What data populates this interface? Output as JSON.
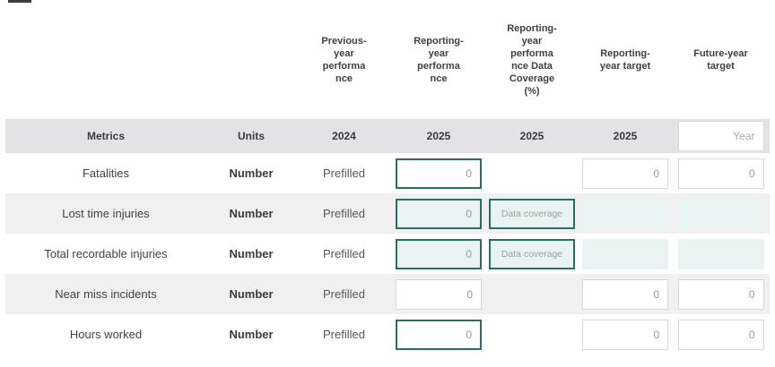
{
  "colors": {
    "accent_teal": "#2b6e61",
    "mint_fill": "#e9f3f1",
    "border_gray": "#d8d8d8",
    "subheader_bg": "#e3e3e5",
    "zebra_row_bg": "#f0f0f1"
  },
  "table": {
    "top_headers": {
      "previous_year_performance": "Previous-\nyear\nperforma\nnce",
      "reporting_year_performance": "Reporting-\nyear\nperforma\nnce",
      "reporting_year_data_coverage": "Reporting-\nyear\nperforma\nnce Data\nCoverage\n(%)",
      "reporting_year_target": "Reporting-\nyear target",
      "future_year_target": "Future-year\ntarget"
    },
    "subheader": {
      "metrics": "Metrics",
      "units": "Units",
      "previous_year": "2024",
      "reporting_year_performance": "2025",
      "reporting_year_data_coverage": "2025",
      "reporting_year_target": "2025",
      "future_year_placeholder": "Year"
    },
    "coverage_button_label": "Data coverage",
    "rows": [
      {
        "metric": "Fatalities",
        "unit": "Number",
        "previous": "Prefilled",
        "performance_value": "0",
        "target_value": "0",
        "future_value": "0"
      },
      {
        "metric": "Lost time injuries",
        "unit": "Number",
        "previous": "Prefilled",
        "performance_value": "0"
      },
      {
        "metric": "Total recordable injuries",
        "unit": "Number",
        "previous": "Prefilled",
        "performance_value": "0"
      },
      {
        "metric": "Near miss incidents",
        "unit": "Number",
        "previous": "Prefilled",
        "performance_value": "0",
        "target_value": "0",
        "future_value": "0"
      },
      {
        "metric": "Hours worked",
        "unit": "Number",
        "previous": "Prefilled",
        "performance_value": "0",
        "target_value": "0",
        "future_value": "0"
      }
    ]
  }
}
